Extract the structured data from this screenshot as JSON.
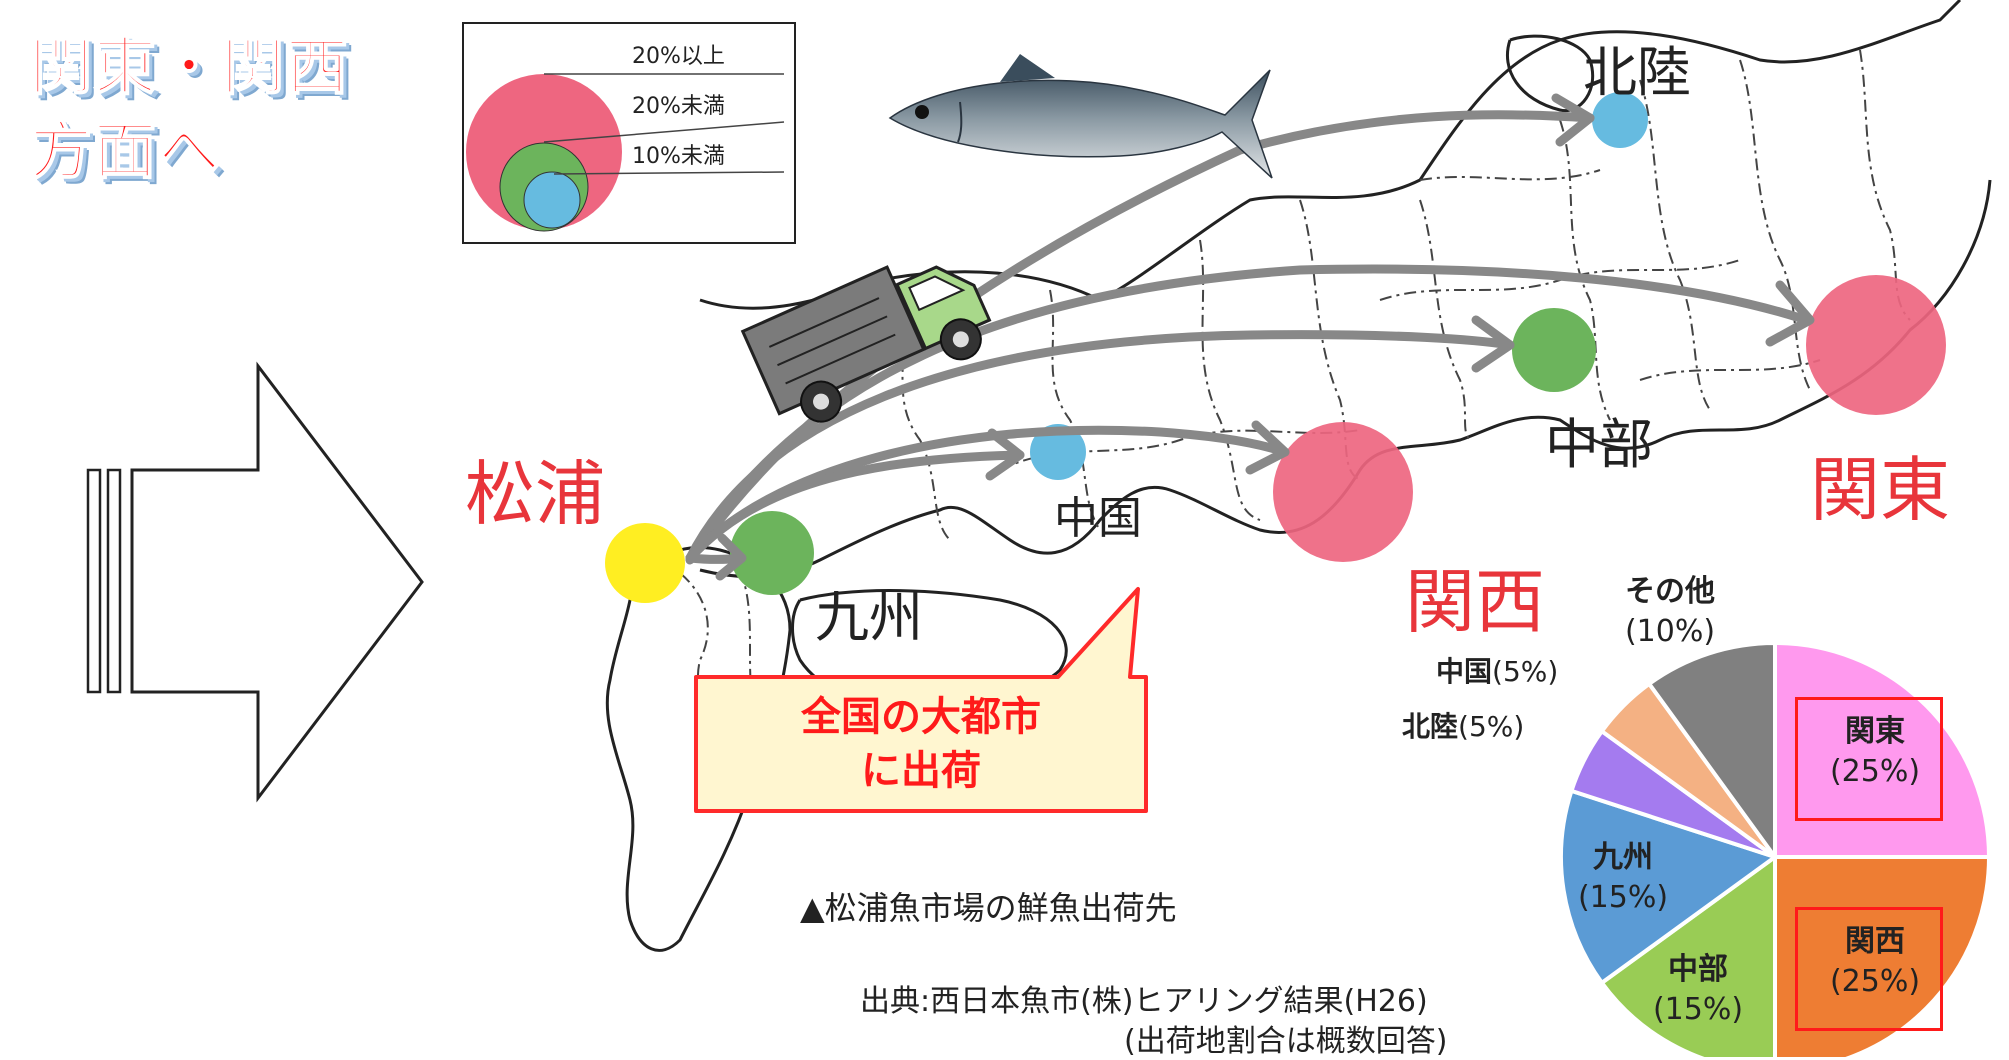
{
  "heading": {
    "line1": "関東・関西",
    "line2": "方面へ"
  },
  "legend": [
    {
      "label": "20%以上",
      "color": "#ee6680"
    },
    {
      "label": "20%未満",
      "color": "#6cb45c"
    },
    {
      "label": "10%未満",
      "color": "#66bbe0"
    }
  ],
  "origin": {
    "name": "松浦",
    "color": "#ffee22"
  },
  "regions": {
    "hokuriku": "北陸",
    "chubu": "中部",
    "kanto": "関東",
    "kansai": "関西",
    "chugoku": "中国",
    "kyushu": "九州"
  },
  "callout": {
    "line1": "全国の大都市",
    "line2": "に出荷"
  },
  "caption": "▲松浦魚市場の鮮魚出荷先",
  "source": {
    "line1": "出典:西日本魚市(株)ヒアリング結果(H26)",
    "line2": "(出荷地割合は概数回答)"
  },
  "icons": [
    "fish-icon",
    "truck-icon",
    "big-arrow-icon"
  ],
  "chart_data": {
    "type": "pie",
    "slices": [
      {
        "name": "関東",
        "pct_label": "(25%)",
        "value": 25,
        "color": "#ff99ee"
      },
      {
        "name": "関西",
        "pct_label": "(25%)",
        "value": 25,
        "color": "#ee7d33"
      },
      {
        "name": "中部",
        "pct_label": "(15%)",
        "value": 15,
        "color": "#99cc55"
      },
      {
        "name": "九州",
        "pct_label": "(15%)",
        "value": 15,
        "color": "#5b9bd5"
      },
      {
        "name": "北陸",
        "pct_label": "(5%)",
        "value": 5,
        "color": "#a47bef"
      },
      {
        "name": "中国",
        "pct_label": "(5%)",
        "value": 5,
        "color": "#f4b183"
      },
      {
        "name": "その他",
        "pct_label": "(10%)",
        "value": 10,
        "color": "#808080"
      }
    ]
  }
}
